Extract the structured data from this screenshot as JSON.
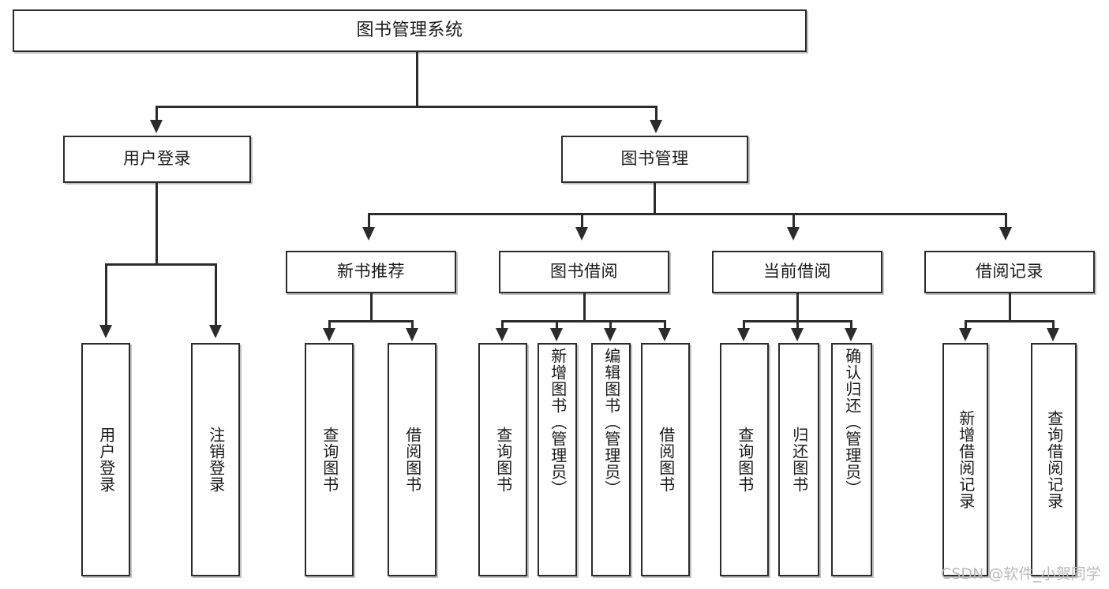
{
  "diagram": {
    "type": "tree-hierarchy-chart",
    "title": "图书管理系统",
    "colors": {
      "border": "#2b2b2b",
      "background": "#ffffff",
      "text": "#1a1a1a",
      "connector": "#2b2b2b",
      "watermark": "#b9b9b9"
    },
    "root": {
      "label": "图书管理系统"
    },
    "level1": [
      {
        "label": "用户登录"
      },
      {
        "label": "图书管理"
      }
    ],
    "level2": [
      {
        "label": "新书推荐"
      },
      {
        "label": "图书借阅"
      },
      {
        "label": "当前借阅"
      },
      {
        "label": "借阅记录"
      }
    ],
    "leaves": {
      "user_login": [
        {
          "label": "用户登录"
        },
        {
          "label": "注销登录"
        }
      ],
      "new_book_recommend": [
        {
          "label": "查询图书"
        },
        {
          "label": "借阅图书"
        }
      ],
      "book_borrow": [
        {
          "label": "查询图书"
        },
        {
          "label": "新增图书（管理员）"
        },
        {
          "label": "编辑图书（管理员）"
        },
        {
          "label": "借阅图书"
        }
      ],
      "current_borrow": [
        {
          "label": "查询图书"
        },
        {
          "label": "归还图书"
        },
        {
          "label": "确认归还（管理员）"
        }
      ],
      "borrow_record": [
        {
          "label": "新增借阅记录"
        },
        {
          "label": "查询借阅记录"
        }
      ]
    }
  },
  "watermark": {
    "text": "CSDN @软件_小贺同学"
  }
}
